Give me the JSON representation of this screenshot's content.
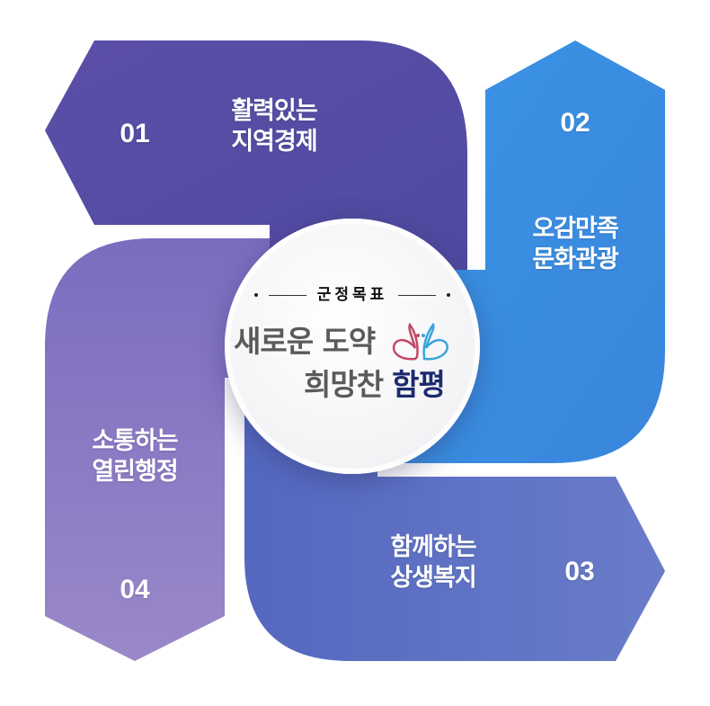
{
  "center": {
    "heading": "군정목표",
    "slogan_line1": "새로운 도약",
    "slogan_line2_a": "희망찬",
    "slogan_line2_b": "함평"
  },
  "goals": [
    {
      "number": "01",
      "line1": "활력있는",
      "line2": "지역경제",
      "color": "#5a4ea6"
    },
    {
      "number": "02",
      "line1": "오감만족",
      "line2": "문화관광",
      "color": "#3d8fe0"
    },
    {
      "number": "03",
      "line1": "함께하는",
      "line2": "상생복지",
      "color": "#5a6cc0"
    },
    {
      "number": "04",
      "line1": "소통하는",
      "line2": "열린행정",
      "color": "#8a78c4"
    }
  ]
}
